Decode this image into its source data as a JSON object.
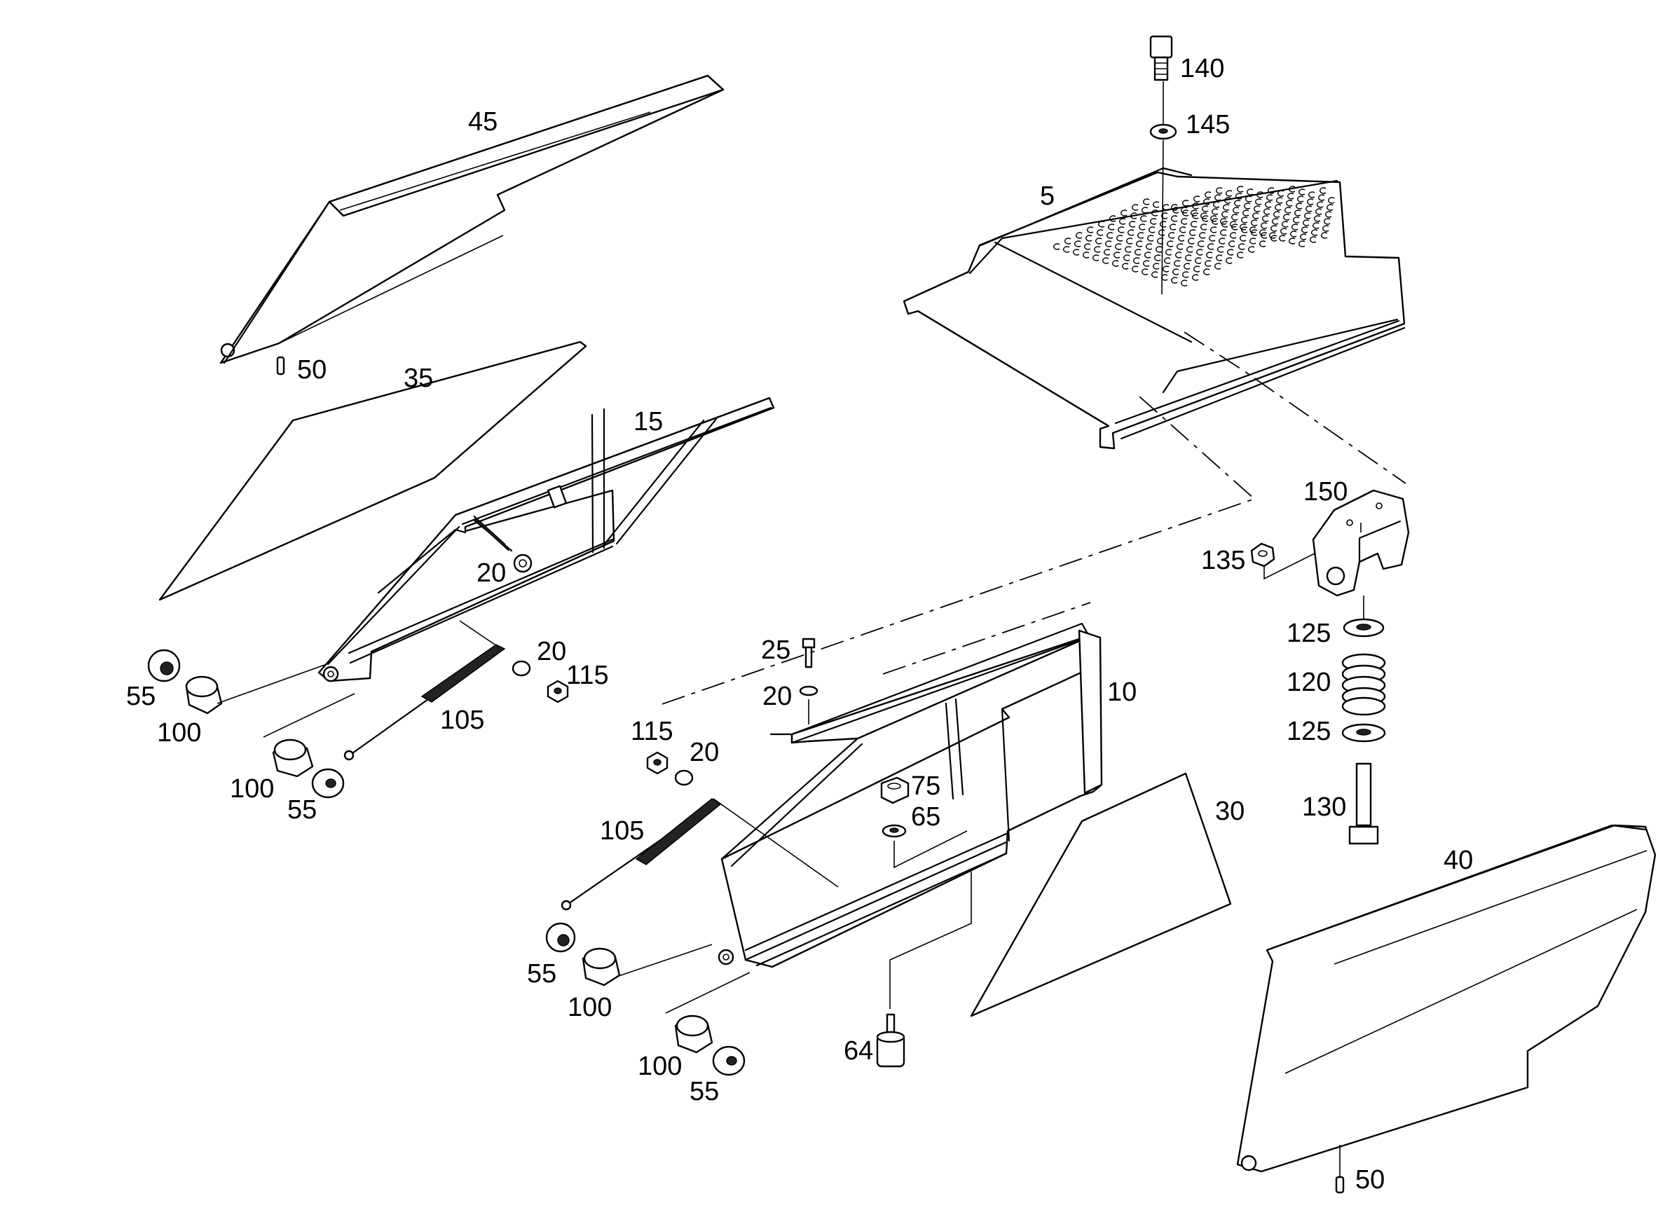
{
  "diagram": {
    "labels": {
      "p140": "140",
      "p145": "145",
      "p5": "5",
      "p45": "45",
      "p50a": "50",
      "p35": "35",
      "p15": "15",
      "p150": "150",
      "p135": "135",
      "p20a": "20",
      "p20b": "20",
      "p115a": "115",
      "p55a": "55",
      "p100a": "100",
      "p105a": "105",
      "p100b": "100",
      "p55b": "55",
      "p25": "25",
      "p20c": "20",
      "p10": "10",
      "p125a": "125",
      "p120": "120",
      "p125b": "125",
      "p115b": "115",
      "p20d": "20",
      "p75": "75",
      "p65": "65",
      "p30": "30",
      "p130": "130",
      "p105b": "105",
      "p40": "40",
      "p55c": "55",
      "p100c": "100",
      "p64": "64",
      "p100d": "100",
      "p55d": "55",
      "p50b": "50"
    }
  }
}
